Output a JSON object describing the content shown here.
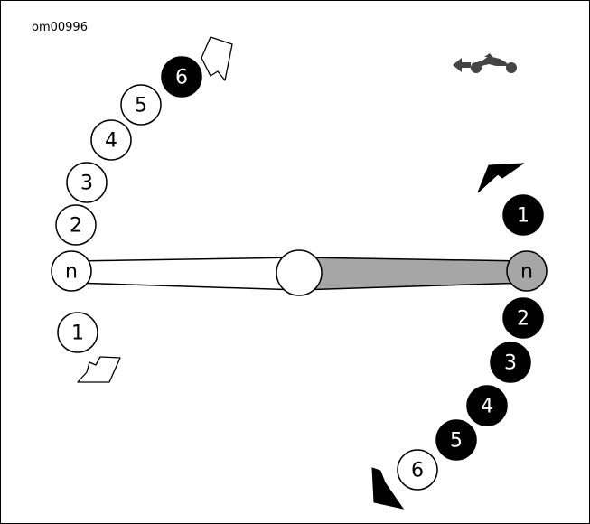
{
  "figure_id": "om00996",
  "left_pattern": {
    "gears": [
      {
        "label": "1",
        "highlighted": false
      },
      {
        "label": "n",
        "highlighted": false
      },
      {
        "label": "2",
        "highlighted": false
      },
      {
        "label": "3",
        "highlighted": false
      },
      {
        "label": "4",
        "highlighted": false
      },
      {
        "label": "5",
        "highlighted": false
      },
      {
        "label": "6",
        "highlighted": true
      }
    ]
  },
  "right_pattern": {
    "gears": [
      {
        "label": "1",
        "highlighted": true
      },
      {
        "label": "n",
        "highlighted": false,
        "neutral_shaded": true
      },
      {
        "label": "2",
        "highlighted": true
      },
      {
        "label": "3",
        "highlighted": true
      },
      {
        "label": "4",
        "highlighted": true
      },
      {
        "label": "5",
        "highlighted": true
      },
      {
        "label": "6",
        "highlighted": false
      }
    ]
  },
  "icons": {
    "direction": "motorcycle-forward-icon"
  },
  "colors": {
    "highlight_fill": "#000000",
    "neutral_shaded_fill": "#a6a6a6",
    "outline": "#000000",
    "background": "#ffffff"
  }
}
